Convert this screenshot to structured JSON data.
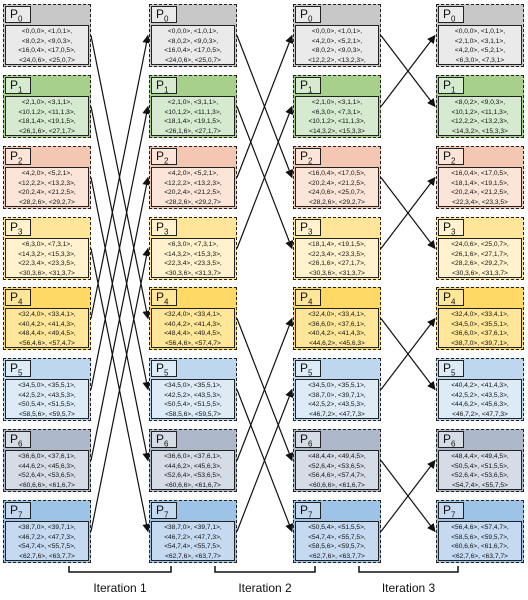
{
  "colors": {
    "P0": {
      "dark": "#c8c8c8",
      "light": "#eaeaea"
    },
    "P1": {
      "dark": "#a8d08d",
      "light": "#d6ead0"
    },
    "P2": {
      "dark": "#f4c7b2",
      "light": "#fbe4d8"
    },
    "P3": {
      "dark": "#ffe599",
      "light": "#fff2cc"
    },
    "P4": {
      "dark": "#ffd966",
      "light": "#ffe699"
    },
    "P5": {
      "dark": "#bdd7ee",
      "light": "#ddebf7"
    },
    "P6": {
      "dark": "#adb9ca",
      "light": "#d6dce5"
    },
    "P7": {
      "dark": "#9dc3e6",
      "light": "#c5d9f1"
    }
  },
  "columns": [
    {
      "processes": [
        {
          "label": "P",
          "index": "0",
          "color": "P0",
          "rows": [
            "<0,0,0>, <1,0,1>,",
            "<8,0,2>, <9,0,3>,",
            "<16,0,4>, <17,0,5>,",
            "<24,0,6>, <25,0,7>"
          ]
        },
        {
          "label": "P",
          "index": "1",
          "color": "P1",
          "rows": [
            "<2,1,0>, <3,1,1>,",
            "<10,1,2>, <11,1,3>,",
            "<18,1,4>, <19,1,5>,",
            "<26,1,6>, <27,1,7>"
          ]
        },
        {
          "label": "P",
          "index": "2",
          "color": "P2",
          "rows": [
            "<4,2,0>, <5,2,1>,",
            "<12,2,2>, <13,2,3>,",
            "<20,2,4>, <21,2,5>,",
            "<28,2,6>, <29,2,7>"
          ]
        },
        {
          "label": "P",
          "index": "3",
          "color": "P3",
          "rows": [
            "<6,3,0>, <7,3,1>,",
            "<14,3,2>, <15,3,3>,",
            "<22,3,4>, <23,3,5>,",
            "<30,3,6>, <31,3,7>"
          ]
        },
        {
          "label": "P",
          "index": "4",
          "color": "P4",
          "rows": [
            "<32,4,0>, <33,4,1>,",
            "<40,4,2>, <41,4,3>,",
            "<48,4,4>, <49,4,5>,",
            "<56,4,6>, <57,4,7>"
          ]
        },
        {
          "label": "P",
          "index": "5",
          "color": "P5",
          "rows": [
            "<34,5,0>, <35,5,1>,",
            "<42,5,2>, <43,5,3>,",
            "<50,5,4>, <51,5,5>,",
            "<58,5,6>, <59,5,7>"
          ]
        },
        {
          "label": "P",
          "index": "6",
          "color": "P6",
          "rows": [
            "<36,6,0>, <37,6,1>,",
            "<44,6,2>, <45,6,3>,",
            "<52,6,4>, <53,6,5>,",
            "<60,6,6>, <61,6,7>"
          ]
        },
        {
          "label": "P",
          "index": "7",
          "color": "P7",
          "rows": [
            "<38,7,0>, <39,7,1>,",
            "<46,7,2>, <47,7,3>,",
            "<54,7,4>, <55,7,5>,",
            "<62,7,6>, <63,7,7>"
          ]
        }
      ]
    },
    {
      "processes": [
        {
          "label": "P",
          "index": "0",
          "color": "P0",
          "rows": [
            "<0,0,0>, <1,0,1>,",
            "<8,0,2>, <9,0,3>,",
            "<16,0,4>, <17,0,5>,",
            "<24,0,6>, <25,0,7>"
          ]
        },
        {
          "label": "P",
          "index": "1",
          "color": "P1",
          "rows": [
            "<2,1,0>, <3,1,1>,",
            "<10,1,2>, <11,1,3>,",
            "<18,1,4>, <19,1,5>,",
            "<26,1,6>, <27,1,7>"
          ]
        },
        {
          "label": "P",
          "index": "2",
          "color": "P2",
          "rows": [
            "<4,2,0>, <5,2,1>,",
            "<12,2,2>, <13,2,3>,",
            "<20,2,4>, <21,2,5>,",
            "<28,2,6>, <29,2,7>"
          ]
        },
        {
          "label": "P",
          "index": "3",
          "color": "P3",
          "rows": [
            "<6,3,0>, <7,3,1>,",
            "<14,3,2>, <15,3,3>,",
            "<22,3,4>, <23,3,5>,",
            "<30,3,6>, <31,3,7>"
          ]
        },
        {
          "label": "P",
          "index": "4",
          "color": "P4",
          "rows": [
            "<32,4,0>, <33,4,1>,",
            "<40,4,2>, <41,4,3>,",
            "<48,4,4>, <49,4,5>,",
            "<56,4,6>, <57,4,7>"
          ]
        },
        {
          "label": "P",
          "index": "5",
          "color": "P5",
          "rows": [
            "<34,5,0>, <35,5,1>,",
            "<42,5,2>, <43,5,3>,",
            "<50,5,4>, <51,5,5>,",
            "<58,5,6>, <59,5,7>"
          ]
        },
        {
          "label": "P",
          "index": "6",
          "color": "P6",
          "rows": [
            "<36,6,0>, <37,6,1>,",
            "<44,6,2>, <45,6,3>,",
            "<52,6,4>, <53,6,5>,",
            "<60,6,6>, <61,6,7>"
          ]
        },
        {
          "label": "P",
          "index": "7",
          "color": "P7",
          "rows": [
            "<38,7,0>, <39,7,1>,",
            "<46,7,2>, <47,7,3>,",
            "<54,7,4>, <55,7,5>,",
            "<62,7,6>, <63,7,7>"
          ]
        }
      ]
    },
    {
      "processes": [
        {
          "label": "P",
          "index": "0",
          "color": "P0",
          "rows": [
            "<0,0,0>, <1,0,1>,",
            "<4,2,0>, <5,2,1>,",
            "<8,0,2>, <9,0,3>,",
            "<12,2,2>, <13,2,3>,"
          ]
        },
        {
          "label": "P",
          "index": "1",
          "color": "P1",
          "rows": [
            "<2,1,0>, <3,1,1>,",
            "<6,3,0>, <7,3,1>,",
            "<10,1,2>, <11,1,3>,",
            "<14,3,2>, <15,3,3>"
          ]
        },
        {
          "label": "P",
          "index": "2",
          "color": "P2",
          "rows": [
            "<16,0,4>, <17,0,5>,",
            "<20,2,4>, <21,2,5>,",
            "<24,0,6>, <25,0,7>,",
            "<28,2,6>, <29,2,7>"
          ]
        },
        {
          "label": "P",
          "index": "3",
          "color": "P3",
          "rows": [
            "<18,1,4>, <19,1,5>,",
            "<22,3,4>, <23,3,5>,",
            "<26,1,6>, <27,1,7>,",
            "<30,3,6>, <31,3,7>"
          ]
        },
        {
          "label": "P",
          "index": "4",
          "color": "P4",
          "rows": [
            "<32,4,0>, <33,4,1>,",
            "<36,6,0>, <37,6,1>,",
            "<40,4,2>, <41,4,3>,",
            "<44,6,2>, <45,6,3>"
          ]
        },
        {
          "label": "P",
          "index": "5",
          "color": "P5",
          "rows": [
            "<34,5,0>, <35,5,1>,",
            "<38,7,0>, <39,7,1>,",
            "<42,5,2>, <43,5,3>,",
            "<46,7,2>, <47,7,3>"
          ]
        },
        {
          "label": "P",
          "index": "6",
          "color": "P6",
          "rows": [
            "<48,4,4>, <49,4,5>,",
            "<52,6,4>, <53,6,5>,",
            "<56,4,6>, <57,4,7>,",
            "<60,6,6>, <61,6,7>"
          ]
        },
        {
          "label": "P",
          "index": "7",
          "color": "P7",
          "rows": [
            "<50,5,4>, <51,5,5>,",
            "<54,7,4>, <55,7,5>,",
            "<58,5,6>, <59,5,7>,",
            "<62,7,6>, <63,7,7>"
          ]
        }
      ]
    },
    {
      "processes": [
        {
          "label": "P",
          "index": "0",
          "color": "P0",
          "rows": [
            "<0,0,0>, <1,0,1>,",
            "<2,1,0>, <3,1,1>,",
            "<4,2,0>, <5,2,1>,",
            "<6,3,0>, <7,3,1>"
          ]
        },
        {
          "label": "P",
          "index": "1",
          "color": "P1",
          "rows": [
            "<8,0,2>, <9,0,3>,",
            "<10,1,2>, <11,1,3>,",
            "<12,2,2>, <13,2,3>,",
            "<14,3,2>, <15,3,3>"
          ]
        },
        {
          "label": "P",
          "index": "2",
          "color": "P2",
          "rows": [
            "<16,0,4>, <17,0,5>,",
            "<18,1,4>, <19,1,5>,",
            "<20,2,4>, <21,2,5>,",
            "<22,3,4>, <23,3,5>"
          ]
        },
        {
          "label": "P",
          "index": "3",
          "color": "P3",
          "rows": [
            "<24,0,6>, <25,0,7>,",
            "<26,1,6>, <27,1,7>,",
            "<28,2,6>, <29,2,7>,",
            "<30,3,6>, <31,3,7>"
          ]
        },
        {
          "label": "P",
          "index": "4",
          "color": "P4",
          "rows": [
            "<32,4,0>, <33,4,1>,",
            "<34,5,0>, <35,5,1>,",
            "<36,6,0>, <37,6,1>,",
            "<38,7,0>, <39,7,1>,"
          ]
        },
        {
          "label": "P",
          "index": "5",
          "color": "P5",
          "rows": [
            "<40,4,2>, <41,4,3>,",
            "<42,5,2>, <43,5,3>,",
            "<44,6,2>, <45,6,3>,",
            "<46,7,2>, <47,7,3>"
          ]
        },
        {
          "label": "P",
          "index": "6",
          "color": "P6",
          "rows": [
            "<48,4,4>, <49,4,5>,",
            "<50,5,4>, <51,5,5>,",
            "<52,6,4>, <53,6,5>,",
            "<54,7,4>, <55,7,5>"
          ]
        },
        {
          "label": "P",
          "index": "7",
          "color": "P7",
          "rows": [
            "<56,4,6>, <57,4,7>,",
            "<58,5,6>, <59,5,7>,",
            "<60,6,6>, <61,6,7>,",
            "<62,7,6>, <63,7,7>"
          ]
        }
      ]
    }
  ],
  "iterations": [
    {
      "label": "Iteration 1",
      "from_column": 0,
      "to_column": 1,
      "swap_distance": 4
    },
    {
      "label": "Iteration 2",
      "from_column": 1,
      "to_column": 2,
      "swap_distance": 2
    },
    {
      "label": "Iteration 3",
      "from_column": 2,
      "to_column": 3,
      "swap_distance": 1
    }
  ]
}
